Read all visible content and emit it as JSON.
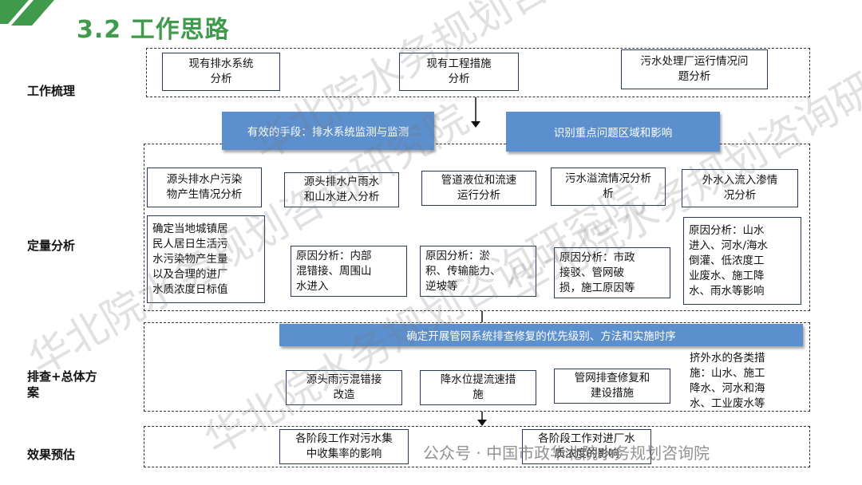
{
  "title": "3.2 工作思路",
  "colors": {
    "title_green": "#3f9a4c",
    "bar_blue": "#5b8fce",
    "box_border": "#2a3a55"
  },
  "sections": {
    "combing": "工作梳理",
    "quant": "定量分析",
    "plan": "排查+总体方\n案",
    "effect": "效果预估"
  },
  "combing_boxes": [
    "现有排水系统\n分析",
    "现有工程措施\n分析",
    "污水处理厂运行情况问\n题分析"
  ],
  "means_bar": "有效的手段：排水系统监测与监测",
  "identify_bar": "识别重点问题区域和影响",
  "quant_top_boxes": [
    "源头排水户污染\n物产生情况分析",
    "源头排水户雨水\n和山水进入分析",
    "管道液位和流速\n运行分析",
    "污水溢流情况分析\n析",
    "外水入流入渗情\n况分析"
  ],
  "quant_detail_boxes": [
    "确定当地城镇居\n民人居日生活污\n水污染物产生量\n以及合理的进厂\n水质浓度日标值",
    "原因分析：内部\n混错接、周围山\n水进入",
    "原因分析：淤\n积、传输能力、\n逆坡等",
    "原因分析：市政\n接驳、管网破\n损，施工原因等",
    "原因分析：山水\n进入、河水/海水\n倒灌、低浓度工\n业废水、施工降\n水、雨水等影响"
  ],
  "priority_bar": "确定开展管网系统排查修复的优先级别、方法和实施时序",
  "plan_boxes": [
    "源头雨污混错接\n改造",
    "降水位提流速措\n施",
    "管网排查修复和\n建设措施"
  ],
  "plan_text": "挤外水的各类措\n施：山水、施工\n降水、河水和海\n水、工业废水等",
  "effect_boxes": [
    "各阶段工作对污水集\n中收集率的影响",
    "各阶段工作对进厂水\n质浓度的影响"
  ],
  "watermarks": [
    "华北院水务规划咨询研究院",
    "华北院水务规划咨询研究院",
    "华北院水务规划咨询研究院",
    "华北院水务规划咨询研究院"
  ],
  "footer_watermark": "公众号 · 中国市政华北院水务规划咨询院"
}
